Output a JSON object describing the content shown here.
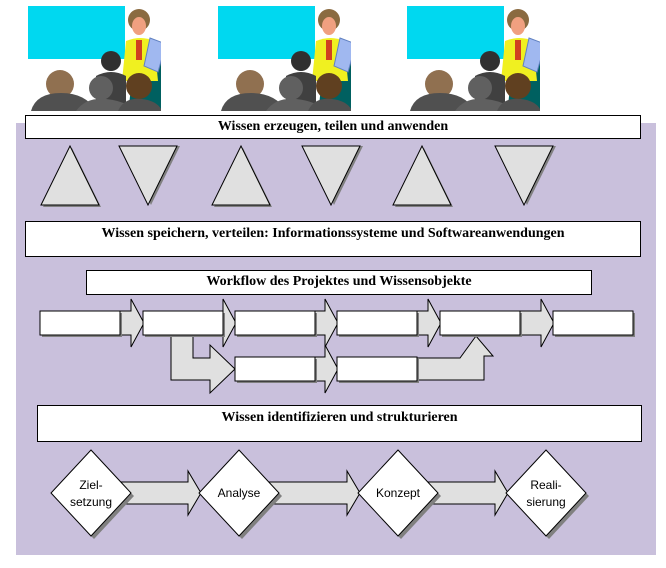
{
  "colors": {
    "background_panel": "#c9c0dc",
    "shape_fill": "#e0e0e0",
    "box_fill": "#ffffff",
    "shadow": "#808080",
    "screen_cyan": "#00d8f0"
  },
  "presenter_images": [
    {
      "icon": "presenter-with-audience-icon"
    },
    {
      "icon": "presenter-with-audience-icon"
    },
    {
      "icon": "presenter-with-audience-icon"
    }
  ],
  "layers": {
    "apply": "Wissen erzeugen, teilen und anwenden",
    "store": "Wissen speichern, verteilen: Informationssysteme und Softwareanwendungen",
    "workflow": "Workflow des Projektes und Wissensobjekte",
    "identify": "Wissen identifizieren und strukturieren"
  },
  "triangles": [
    "up",
    "down",
    "up",
    "down",
    "up",
    "down"
  ],
  "workflow_boxes": {
    "top_row_count": 6,
    "bottom_row_count": 2
  },
  "phases": [
    {
      "line1": "Ziel-",
      "line2": "setzung"
    },
    {
      "line1": "Analyse",
      "line2": ""
    },
    {
      "line1": "Konzept",
      "line2": ""
    },
    {
      "line1": "Reali-",
      "line2": "sierung"
    }
  ]
}
